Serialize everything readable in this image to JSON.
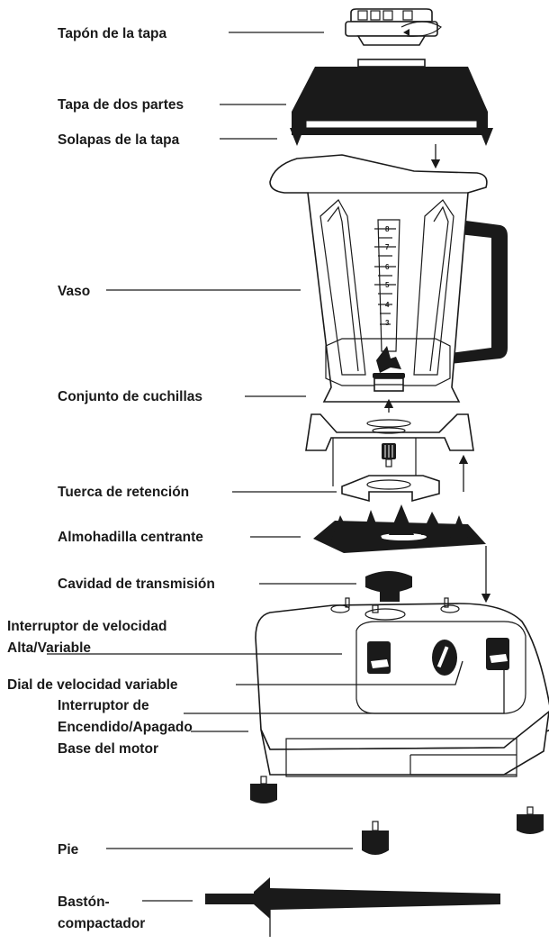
{
  "labels": {
    "lid_plug": "Tapón de la tapa",
    "two_part_lid": "Tapa de dos partes",
    "lid_flaps": "Solapas de la tapa",
    "container": "Vaso",
    "blade_assembly": "Conjunto de cuchillas",
    "retainer_nut": "Tuerca de retención",
    "centering_pad": "Almohadilla centrante",
    "drive_socket": "Cavidad de transmisión",
    "speed_switch_line1": "Interruptor de velocidad",
    "speed_switch_line2": "Alta/Variable",
    "variable_dial": "Dial de velocidad variable",
    "power_switch_line1": "Interruptor de",
    "power_switch_line2": "Encendido/Apagado",
    "motor_base": "Base del motor",
    "foot": "Pie",
    "tamper_line1": "Bastón-",
    "tamper_line2": "compactador"
  },
  "container_marks": [
    "8",
    "7",
    "6",
    "5",
    "4",
    "3"
  ]
}
